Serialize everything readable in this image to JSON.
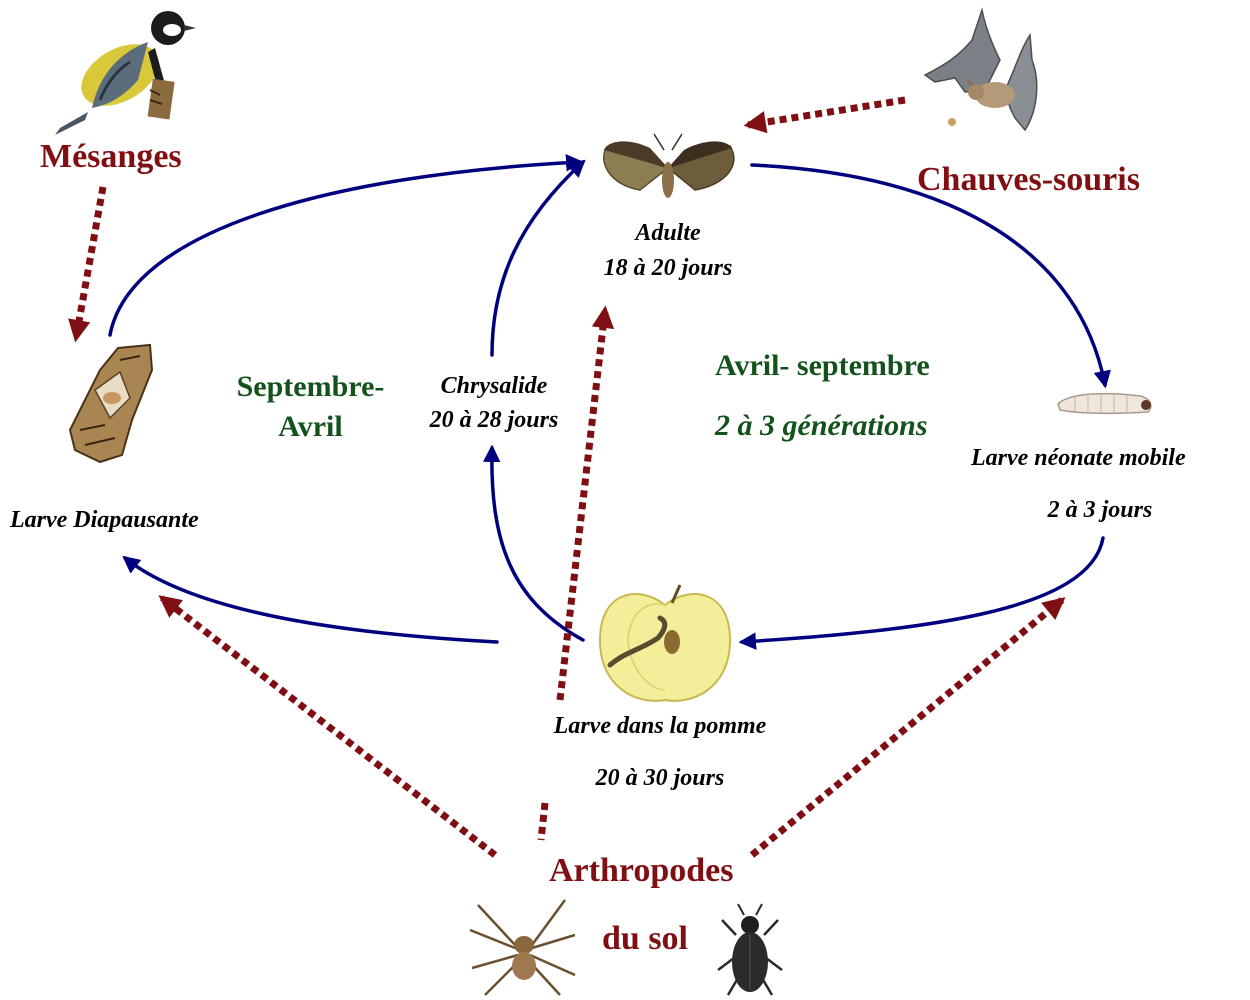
{
  "colors": {
    "cycle_arrow": "#00007f",
    "predation_arrow": "#7f0f12",
    "predator_text": "#7f0f12",
    "season_text": "#14521c",
    "stage_text": "#000000"
  },
  "icons": {
    "bird": "great-tit-bird",
    "bat": "bat",
    "moth": "codling-moth",
    "bark": "bark-with-cocoon",
    "caterpillar": "neonate-larva",
    "apple": "apple-cross-section",
    "spider": "spider",
    "beetle": "ground-beetle"
  },
  "predators": {
    "birds": "Mésanges",
    "bats": "Chauves-souris",
    "arthropods_line1": "Arthropodes",
    "arthropods_line2": "du sol"
  },
  "stages": {
    "adult": {
      "name": "Adulte",
      "duration": "18 à 20 jours"
    },
    "chrysalis": {
      "name": "Chrysalide",
      "duration": "20 à 28 jours"
    },
    "diapause": {
      "name": "Larve Diapausante"
    },
    "neonate": {
      "name": "Larve néonate mobile",
      "duration": "2 à 3 jours"
    },
    "apple_larva": {
      "name": "Larve dans la pomme",
      "duration": "20 à 30 jours"
    }
  },
  "seasons": {
    "winter_line1": "Septembre-",
    "winter_line2": "Avril",
    "summer_period": "Avril- septembre",
    "summer_generations": "2 à 3 générations"
  }
}
